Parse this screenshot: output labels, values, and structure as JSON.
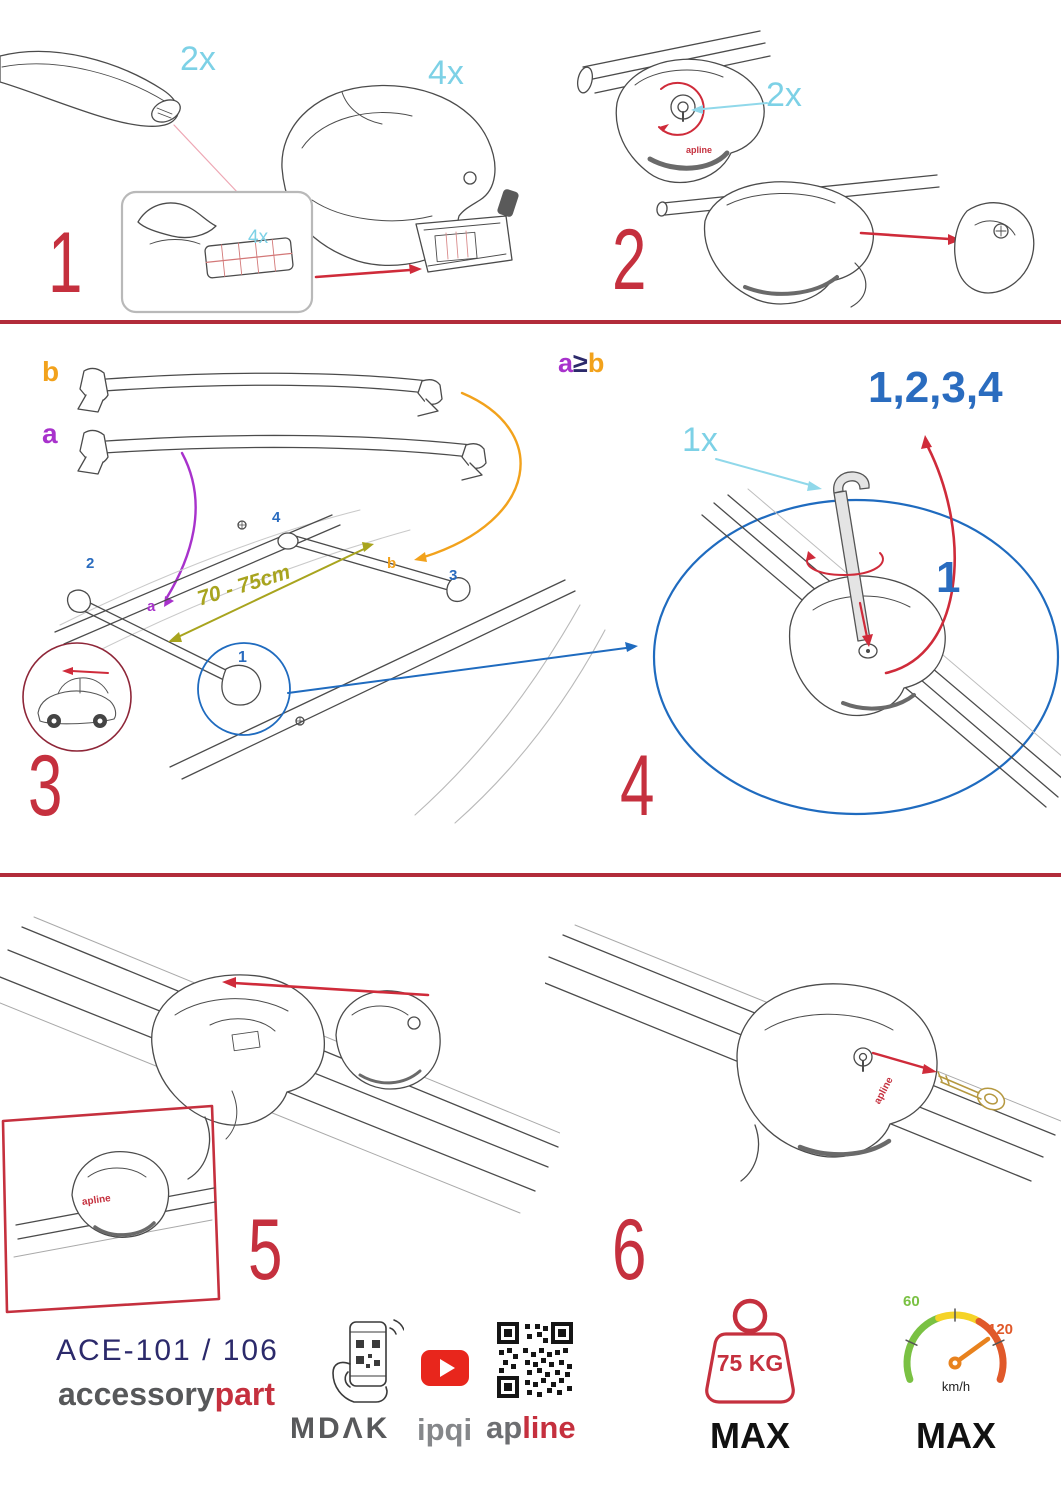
{
  "colors": {
    "accent_red": "#c5303e",
    "cyan": "#7dd1e6",
    "blue": "#2a6cbf",
    "purple": "#a832cc",
    "orange": "#f2a21c",
    "olive": "#a8a41e",
    "navy": "#2c2a6b",
    "gray": "#58595b"
  },
  "product_logo": "apline",
  "steps": {
    "s1": {
      "number": "1",
      "qty_bar": "2x",
      "qty_foot": "4x",
      "qty_pads": "4x"
    },
    "s2": {
      "number": "2",
      "qty_locks": "2x"
    },
    "s3": {
      "number": "3",
      "label_b": "b",
      "label_a": "a",
      "distance": "70 - 75cm",
      "pos1": "1",
      "pos2": "2",
      "pos3": "3",
      "pos4": "4",
      "roof_a": "a",
      "roof_b": "b"
    },
    "s4": {
      "number": "4",
      "cond_a": "a",
      "cond_op": "≥",
      "cond_b": "b",
      "qty_tool": "1x",
      "sequence": "1,2,3,4",
      "first": "1"
    },
    "s5": {
      "number": "5"
    },
    "s6": {
      "number": "6"
    }
  },
  "footer": {
    "model": "ACE-101 / 106",
    "brand_gray": "accessory",
    "brand_red": "part",
    "mdak": "MDΛK",
    "ipqi": "ipqi",
    "apline_gray": "ap",
    "apline_red": "line",
    "weight_label": "75 KG",
    "weight_max": "MAX",
    "speed_low": "60",
    "speed_high": "120",
    "speed_unit": "km/h",
    "speed_max": "MAX"
  }
}
